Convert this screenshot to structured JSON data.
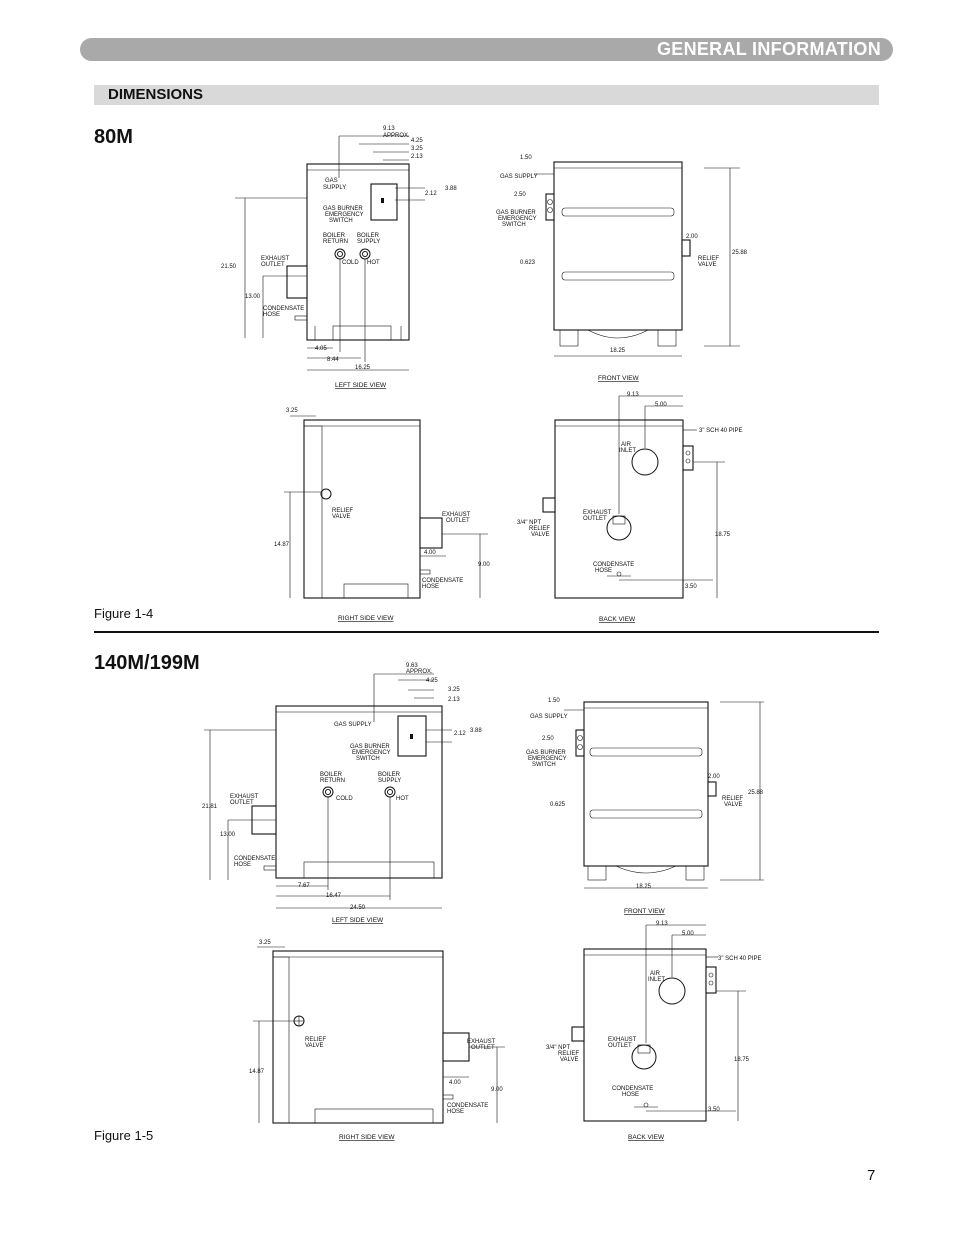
{
  "header": {
    "title": "GENERAL INFORMATION"
  },
  "section": {
    "title": "DIMENSIONS"
  },
  "page_number": "7",
  "models": [
    {
      "name": "80M",
      "figure": "Figure 1-4",
      "views": {
        "left": {
          "caption": "LEFT SIDE VIEW",
          "labels": {
            "gas_supply_1": "GAS",
            "gas_supply_2": "SUPPLY",
            "burner_1": "GAS BURNER",
            "burner_2": "EMERGENCY",
            "burner_3": "SWITCH",
            "boiler_return_1": "BOILER",
            "boiler_return_2": "RETURN",
            "boiler_supply_1": "BOILER",
            "boiler_supply_2": "SUPPLY",
            "cold": "COLD",
            "hot": "HOT",
            "exhaust_1": "EXHAUST",
            "exhaust_2": "OUTLET",
            "condensate_1": "CONDENSATE",
            "condensate_2": "HOSE"
          },
          "dims": {
            "d1": "9.13",
            "d2": "4.25",
            "d3": "3.25",
            "d4": "2.13",
            "d5": "2.12",
            "d6": "3.88",
            "d7": "21.50",
            "d8": "13.00",
            "d9": "4.05",
            "d10": "8.44",
            "d11": "16.25",
            "approx": "APPROX."
          }
        },
        "front": {
          "caption": "FRONT VIEW",
          "labels": {
            "gas_supply": "GAS SUPPLY",
            "burner_1": "GAS BURNER",
            "burner_2": "EMERGENCY",
            "burner_3": "SWITCH",
            "relief_1": "RELIEF",
            "relief_2": "VALVE"
          },
          "dims": {
            "d1": "1.50",
            "d2": "2.50",
            "d3": "0.623",
            "d4": "2.00",
            "d5": "25.88",
            "d6": "18.25"
          }
        },
        "right": {
          "caption": "RIGHT SIDE VIEW",
          "labels": {
            "relief_1": "RELIEF",
            "relief_2": "VALVE",
            "exhaust_1": "EXHAUST",
            "exhaust_2": "OUTLET",
            "condensate_1": "CONDENSATE",
            "condensate_2": "HOSE"
          },
          "dims": {
            "d1": "3.25",
            "d2": "14.87",
            "d3": "4.00",
            "d4": "9.00"
          }
        },
        "back": {
          "caption": "BACK VIEW",
          "labels": {
            "pipe": "3\" SCH 40 PIPE",
            "air_1": "AIR",
            "air_2": "INLET",
            "exhaust_1": "EXHAUST",
            "exhaust_2": "OUTLET",
            "npt_1": "3/4\" NPT",
            "npt_2": "RELIEF",
            "npt_3": "VALVE",
            "condensate_1": "CONDENSATE",
            "condensate_2": "HOSE"
          },
          "dims": {
            "d1": "9.13",
            "d2": "5.00",
            "d3": "18.75",
            "d4": "3.50"
          }
        }
      }
    },
    {
      "name": "140M/199M",
      "figure": "Figure 1-5",
      "views": {
        "left": {
          "caption": "LEFT SIDE VIEW",
          "labels": {
            "gas_supply": "GAS SUPPLY",
            "burner_1": "GAS BURNER",
            "burner_2": "EMERGENCY",
            "burner_3": "SWITCH",
            "boiler_return_1": "BOILER",
            "boiler_return_2": "RETURN",
            "boiler_supply_1": "BOILER",
            "boiler_supply_2": "SUPPLY",
            "cold": "COLD",
            "hot": "HOT",
            "exhaust_1": "EXHAUST",
            "exhaust_2": "OUTLET",
            "condensate_1": "CONDENSATE",
            "condensate_2": "HOSE"
          },
          "dims": {
            "d1": "9.63",
            "d2": "4.25",
            "d3": "3.25",
            "d4": "2.13",
            "d5": "2.12",
            "d6": "3.88",
            "d7": "21.81",
            "d8": "13.00",
            "d9": "7.67",
            "d10": "16.47",
            "d11": "24.50",
            "approx": "APPROX."
          }
        },
        "front": {
          "caption": "FRONT VIEW",
          "labels": {
            "gas_supply": "GAS SUPPLY",
            "burner_1": "GAS BURNER",
            "burner_2": "EMERGENCY",
            "burner_3": "SWITCH",
            "relief_1": "RELIEF",
            "relief_2": "VALVE"
          },
          "dims": {
            "d1": "1.50",
            "d2": "2.50",
            "d3": "0.625",
            "d4": "2.00",
            "d5": "25.88",
            "d6": "18.25"
          }
        },
        "right": {
          "caption": "RIGHT SIDE VIEW",
          "labels": {
            "relief_1": "RELIEF",
            "relief_2": "VALVE",
            "exhaust_1": "EXHAUST",
            "exhaust_2": "OUTLET",
            "condensate_1": "CONDENSATE",
            "condensate_2": "HOSE"
          },
          "dims": {
            "d1": "3.25",
            "d2": "14.87",
            "d3": "4.00",
            "d4": "9.00"
          }
        },
        "back": {
          "caption": "BACK VIEW",
          "labels": {
            "pipe": "3\" SCH 40 PIPE",
            "air_1": "AIR",
            "air_2": "INLET",
            "exhaust_1": "EXHAUST",
            "exhaust_2": "OUTLET",
            "npt_1": "3/4\" NPT",
            "npt_2": "RELIEF",
            "npt_3": "VALVE",
            "condensate_1": "CONDENSATE",
            "condensate_2": "HOSE"
          },
          "dims": {
            "d1": "9.13",
            "d2": "5.00",
            "d3": "18.75",
            "d4": "3.50"
          }
        }
      }
    }
  ]
}
